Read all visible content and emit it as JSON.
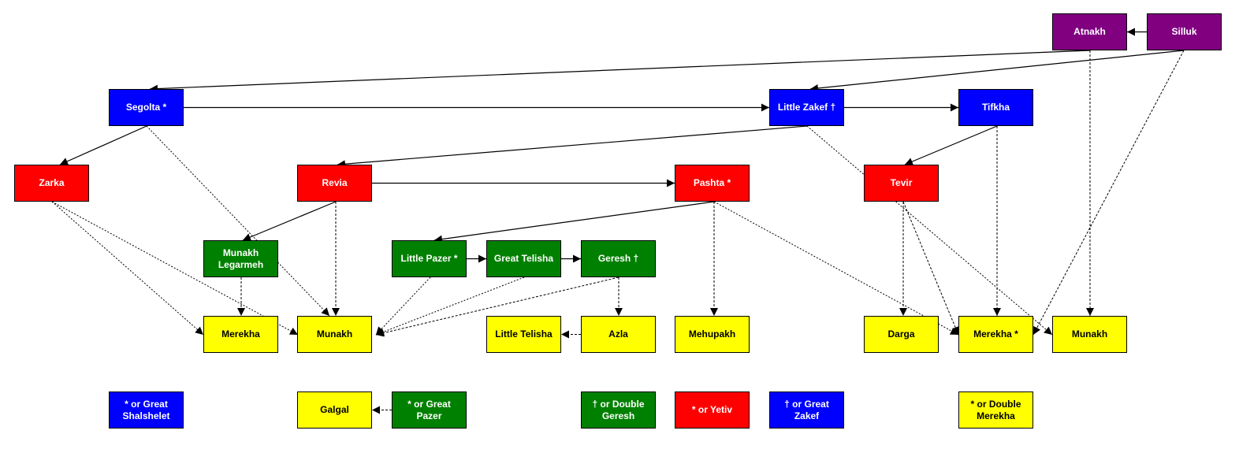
{
  "diagram": {
    "type": "cantillation-hierarchy",
    "colors": {
      "purple": "#800080",
      "blue": "#0000ff",
      "red": "#ff0000",
      "green": "#008000",
      "yellow": "#ffff00",
      "edge": "#000000"
    },
    "nodes": [
      {
        "id": "atnakh",
        "label": "Atnakh",
        "color": "purple",
        "col": 11,
        "row": 0
      },
      {
        "id": "silluk",
        "label": "Silluk",
        "color": "purple",
        "col": 12,
        "row": 0
      },
      {
        "id": "segolta",
        "label": "Segolta *",
        "color": "blue",
        "col": 1,
        "row": 1
      },
      {
        "id": "little-zakef",
        "label": "Little Zakef †",
        "color": "blue",
        "col": 8,
        "row": 1
      },
      {
        "id": "tifkha",
        "label": "Tifkha",
        "color": "blue",
        "col": 10,
        "row": 1
      },
      {
        "id": "zarka",
        "label": "Zarka",
        "color": "red",
        "col": 0,
        "row": 2
      },
      {
        "id": "revia",
        "label": "Revia",
        "color": "red",
        "col": 3,
        "row": 2
      },
      {
        "id": "pashta",
        "label": "Pashta *",
        "color": "red",
        "col": 7,
        "row": 2
      },
      {
        "id": "tevir",
        "label": "Tevir",
        "color": "red",
        "col": 9,
        "row": 2
      },
      {
        "id": "munakh-legarmeh",
        "label": "Munakh\nLegarmeh",
        "color": "green",
        "col": 2,
        "row": 3
      },
      {
        "id": "little-pazer",
        "label": "Little Pazer *",
        "color": "green",
        "col": 4,
        "row": 3
      },
      {
        "id": "great-telisha",
        "label": "Great Telisha",
        "color": "green",
        "col": 5,
        "row": 3
      },
      {
        "id": "geresh",
        "label": "Geresh †",
        "color": "green",
        "col": 6,
        "row": 3
      },
      {
        "id": "merekha-1",
        "label": "Merekha",
        "color": "yellow",
        "col": 2,
        "row": 4
      },
      {
        "id": "munakh-1",
        "label": "Munakh",
        "color": "yellow",
        "col": 3,
        "row": 4
      },
      {
        "id": "little-telisha",
        "label": "Little Telisha",
        "color": "yellow",
        "col": 5,
        "row": 4
      },
      {
        "id": "azla",
        "label": "Azla",
        "color": "yellow",
        "col": 6,
        "row": 4
      },
      {
        "id": "mehupakh",
        "label": "Mehupakh",
        "color": "yellow",
        "col": 7,
        "row": 4
      },
      {
        "id": "darga",
        "label": "Darga",
        "color": "yellow",
        "col": 9,
        "row": 4
      },
      {
        "id": "merekha-2",
        "label": "Merekha *",
        "color": "yellow",
        "col": 10,
        "row": 4
      },
      {
        "id": "munakh-2",
        "label": "Munakh",
        "color": "yellow",
        "col": 11,
        "row": 4
      },
      {
        "id": "legend-shalshelet",
        "label": "* or Great\nShalshelet",
        "color": "blue",
        "col": 1,
        "row": 5
      },
      {
        "id": "galgal",
        "label": "Galgal",
        "color": "yellow",
        "col": 3,
        "row": 5
      },
      {
        "id": "legend-great-pazer",
        "label": "* or Great\nPazer",
        "color": "green",
        "col": 4,
        "row": 5
      },
      {
        "id": "legend-double-geresh",
        "label": "† or Double\nGeresh",
        "color": "green",
        "col": 6,
        "row": 5
      },
      {
        "id": "legend-yetiv",
        "label": "* or Yetiv",
        "color": "red",
        "col": 7,
        "row": 5
      },
      {
        "id": "legend-great-zakef",
        "label": "† or Great\nZakef",
        "color": "blue",
        "col": 8,
        "row": 5
      },
      {
        "id": "legend-double-merekha",
        "label": "* or Double\nMerekha",
        "color": "yellow",
        "col": 10,
        "row": 5
      }
    ],
    "edges": [
      {
        "from": "silluk",
        "to": "atnakh",
        "style": "solid"
      },
      {
        "from": "atnakh",
        "to": "segolta",
        "style": "solid"
      },
      {
        "from": "atnakh",
        "to": "munakh-2",
        "style": "dashed"
      },
      {
        "from": "silluk",
        "to": "little-zakef",
        "style": "solid"
      },
      {
        "from": "silluk",
        "to": "merekha-2",
        "style": "dashed"
      },
      {
        "from": "segolta",
        "to": "little-zakef",
        "style": "solid"
      },
      {
        "from": "segolta",
        "to": "zarka",
        "style": "solid"
      },
      {
        "from": "segolta",
        "to": "munakh-1",
        "style": "dotted"
      },
      {
        "from": "little-zakef",
        "to": "tifkha",
        "style": "solid"
      },
      {
        "from": "little-zakef",
        "to": "revia",
        "style": "solid"
      },
      {
        "from": "little-zakef",
        "to": "munakh-2",
        "style": "dotted"
      },
      {
        "from": "tifkha",
        "to": "tevir",
        "style": "solid"
      },
      {
        "from": "tifkha",
        "to": "merekha-2",
        "style": "dashed"
      },
      {
        "from": "zarka",
        "to": "merekha-1",
        "style": "dotted"
      },
      {
        "from": "zarka",
        "to": "munakh-1",
        "style": "dotted"
      },
      {
        "from": "revia",
        "to": "pashta",
        "style": "solid"
      },
      {
        "from": "revia",
        "to": "munakh-legarmeh",
        "style": "solid"
      },
      {
        "from": "revia",
        "to": "munakh-1",
        "style": "dashed"
      },
      {
        "from": "pashta",
        "to": "little-pazer",
        "style": "solid"
      },
      {
        "from": "pashta",
        "to": "mehupakh",
        "style": "dashed"
      },
      {
        "from": "pashta",
        "to": "merekha-2",
        "style": "dotted"
      },
      {
        "from": "tevir",
        "to": "darga",
        "style": "dashed"
      },
      {
        "from": "tevir",
        "to": "merekha-2",
        "style": "dashed"
      },
      {
        "from": "munakh-legarmeh",
        "to": "merekha-1",
        "style": "dashed"
      },
      {
        "from": "little-pazer",
        "to": "great-telisha",
        "style": "solid"
      },
      {
        "from": "little-pazer",
        "to": "munakh-1",
        "style": "dotted"
      },
      {
        "from": "great-telisha",
        "to": "geresh",
        "style": "solid"
      },
      {
        "from": "great-telisha",
        "to": "munakh-1",
        "style": "dotted"
      },
      {
        "from": "geresh",
        "to": "azla",
        "style": "dashed"
      },
      {
        "from": "geresh",
        "to": "munakh-1",
        "style": "dashed"
      },
      {
        "from": "azla",
        "to": "little-telisha",
        "style": "dashed"
      },
      {
        "from": "legend-great-pazer",
        "to": "galgal",
        "style": "dashed"
      }
    ]
  }
}
